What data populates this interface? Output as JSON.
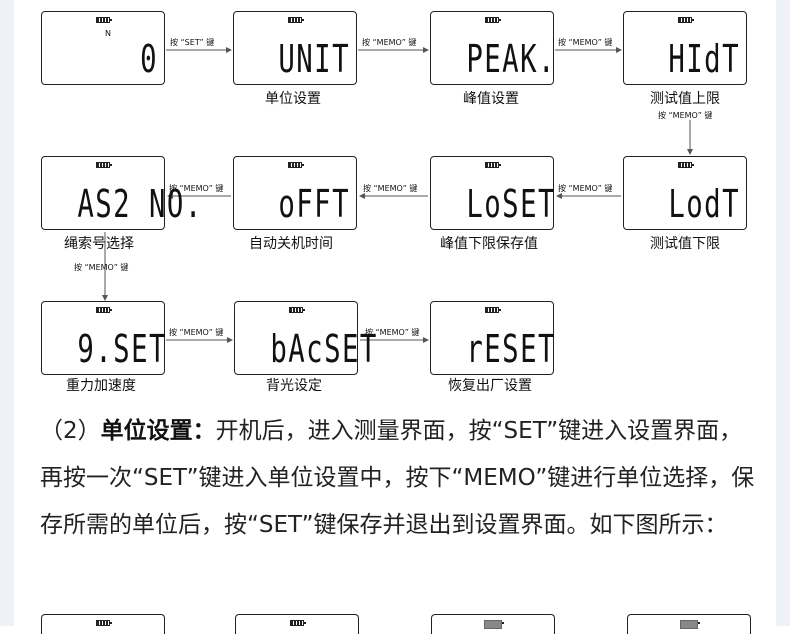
{
  "row1": [
    {
      "display": "0",
      "mini": "N",
      "caption": ""
    },
    {
      "display": "UNIT",
      "caption": "单位设置"
    },
    {
      "display": "PEAK.",
      "caption": "峰值设置"
    },
    {
      "display": "HIdT",
      "caption": "测试值上限"
    }
  ],
  "row2": [
    {
      "display": "AS2 NO.",
      "caption": "绳索号选择"
    },
    {
      "display": "oFFT",
      "caption": "自动关机时间"
    },
    {
      "display": "LoSET",
      "caption": "峰值下限保存值"
    },
    {
      "display": "LodT",
      "caption": "测试值下限"
    }
  ],
  "row3": [
    {
      "display": "9.SET",
      "caption": "重力加速度"
    },
    {
      "display": "bAcSET",
      "caption": "背光设定"
    },
    {
      "display": "rESET",
      "caption": "恢复出厂设置"
    }
  ],
  "arrows": {
    "set_key": "按 “SET” 键",
    "memo_key": "按 “MEMO” 键"
  },
  "paragraph": {
    "prefix": "（2）",
    "bold": "单位设置：",
    "text": "开机后，进入测量界面，按“SET”键进入设置界面，再按一次“SET”键进入单位设置中，按下“MEMO”键进行单位选择，保存所需的单位后，按“SET”键保存并退出到设置界面。如下图所示："
  }
}
